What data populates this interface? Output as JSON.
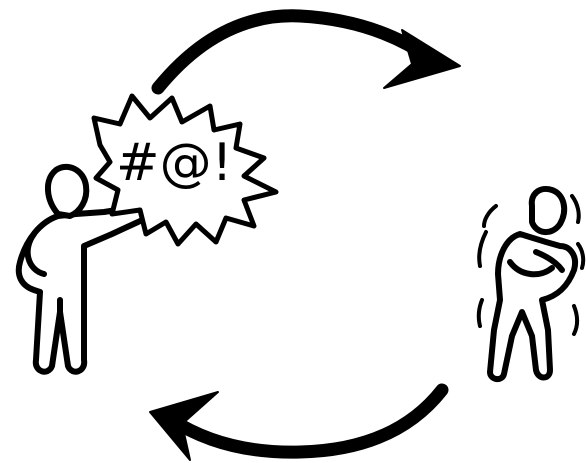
{
  "scene": {
    "speech_bubble": {
      "text": "#@!",
      "icon": "explosion-speech-bubble"
    },
    "left_figure": {
      "icon": "person-pointing-yelling"
    },
    "right_figure": {
      "icon": "person-cowering-trembling"
    },
    "top_arrow": {
      "icon": "curved-arrow-clockwise-top",
      "direction": "right"
    },
    "bottom_arrow": {
      "icon": "curved-arrow-clockwise-bottom",
      "direction": "left"
    },
    "colors": {
      "ink": "#000000",
      "background": "#ffffff"
    }
  }
}
